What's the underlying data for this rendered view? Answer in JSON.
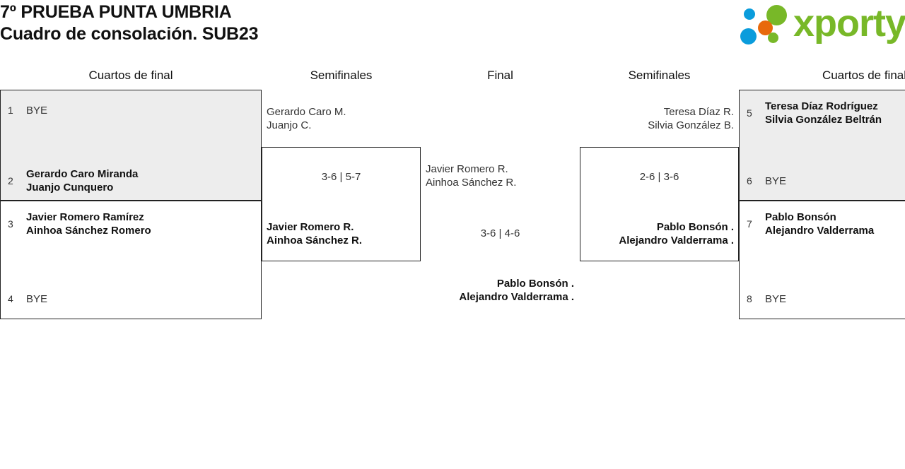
{
  "header": {
    "title_line1": "7º PRUEBA PUNTA UMBRIA",
    "title_line2": "Cuadro de consolación. SUB23",
    "logo_text": "xporty",
    "logo_colors": {
      "green": "#78b828",
      "blue": "#0a9cdc",
      "orange": "#e8690b"
    }
  },
  "rounds": [
    {
      "label": "Cuartos de final"
    },
    {
      "label": "Semifinales"
    },
    {
      "label": "Final"
    },
    {
      "label": "Semifinales"
    },
    {
      "label": "Cuartos de final"
    }
  ],
  "bracket": {
    "left_quarterfinals": [
      {
        "shaded": true,
        "top_slot": {
          "seed": "1",
          "bye": "BYE",
          "winner": false
        },
        "bottom_slot": {
          "seed": "2",
          "player1": "Gerardo Caro Miranda",
          "player2": "Juanjo Cunquero",
          "winner": true
        }
      },
      {
        "shaded": false,
        "top_slot": {
          "seed": "3",
          "player1": "Javier Romero Ramírez",
          "player2": "Ainhoa Sánchez Romero",
          "winner": true
        },
        "bottom_slot": {
          "seed": "4",
          "bye": "BYE",
          "winner": false
        }
      }
    ],
    "left_semifinal": {
      "upper_label": {
        "player1": "Gerardo Caro M.",
        "player2": "Juanjo C.",
        "winner": false
      },
      "score": "3-6 | 5-7",
      "lower_label": {
        "player1": "Javier Romero R.",
        "player2": "Ainhoa Sánchez R.",
        "winner": true
      }
    },
    "final": {
      "upper_label": {
        "player1": "Javier Romero R.",
        "player2": "Ainhoa Sánchez R.",
        "winner": false
      },
      "score": "3-6 | 4-6",
      "lower_label": {
        "player1": "Pablo Bonsón .",
        "player2": "Alejandro Valderrama .",
        "winner": true
      }
    },
    "right_semifinal": {
      "upper_label": {
        "player1": "Teresa Díaz R.",
        "player2": "Silvia González B.",
        "winner": false
      },
      "score": "2-6 | 3-6",
      "lower_label": {
        "player1": "Pablo Bonsón .",
        "player2": "Alejandro Valderrama .",
        "winner": true
      }
    },
    "right_quarterfinals": [
      {
        "shaded": true,
        "top_slot": {
          "seed": "5",
          "player1": "Teresa Díaz Rodríguez",
          "player2": "Silvia González Beltrán",
          "winner": true
        },
        "bottom_slot": {
          "seed": "6",
          "bye": "BYE",
          "winner": false
        }
      },
      {
        "shaded": false,
        "top_slot": {
          "seed": "7",
          "player1": "Pablo Bonsón",
          "player2": "Alejandro Valderrama",
          "winner": true
        },
        "bottom_slot": {
          "seed": "8",
          "bye": "BYE",
          "winner": false
        }
      }
    ]
  }
}
